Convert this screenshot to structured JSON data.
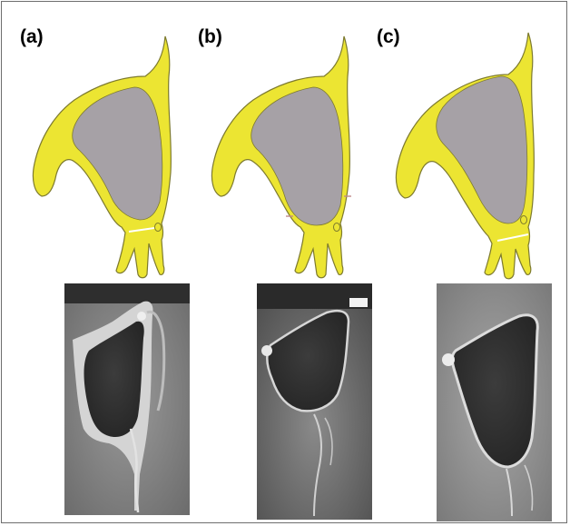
{
  "panels": [
    {
      "label": "(a)"
    },
    {
      "label": "(b)"
    },
    {
      "label": "(c)"
    }
  ],
  "colors": {
    "bone": "#ece532",
    "bone_outline": "#7d7a2e",
    "sinus": "#a6a1a6",
    "ct_dark": "#3a3a3a",
    "ct_tissue": "#8c8c8c"
  }
}
